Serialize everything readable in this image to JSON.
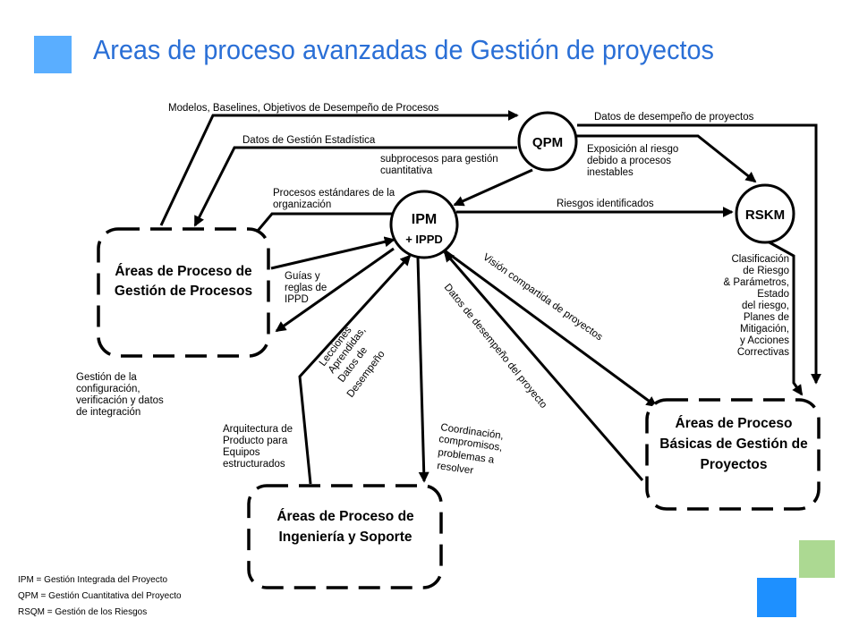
{
  "title": "Areas de proceso avanzadas de Gestión de proyectos",
  "nodes": {
    "qpm": "QPM",
    "ipm_line1": "IPM",
    "ipm_line2": "+ IPPD",
    "rskm": "RSKM"
  },
  "boxes": {
    "process_mgmt": [
      "Áreas de Proceso de",
      "Gestión de Procesos"
    ],
    "engineering": [
      "Áreas de Proceso de",
      "Ingeniería y Soporte"
    ],
    "basic_pm": [
      "Áreas de Proceso",
      "Básicas de Gestión de",
      "Proyectos"
    ]
  },
  "labels": {
    "models": "Modelos, Baselines, Objetivos de Desempeño de Procesos",
    "stat_data": "Datos de Gestión Estadística",
    "subprocesses": [
      "subprocesos para gestión",
      "cuantitativa"
    ],
    "perf_data_projects": "Datos de desempeño de proyectos",
    "risk_exposure": [
      "Exposición al riesgo",
      "debido a procesos",
      "inestables"
    ],
    "std_processes": [
      "Procesos estándares de la",
      "organización"
    ],
    "risks_identified": "Riesgos identificados",
    "ippd_guides": [
      "Guías y",
      "reglas de",
      "IPPD"
    ],
    "risk_classification": [
      "Clasificación",
      "de Riesgo",
      "& Parámetros,",
      "Estado",
      "del riesgo,",
      "Planes de",
      "Mitigación,",
      "y Acciones",
      "Correctivas"
    ],
    "shared_vision": "Visión compartida de proyectos",
    "project_perf_data": "Datos de desempeño del proyecto",
    "lessons": [
      "Lecciones",
      "Aprendidas,",
      "Datos de",
      "Desempeño"
    ],
    "config_mgmt": [
      "Gestión de la",
      "configuración,",
      "verificación y datos",
      "de integración"
    ],
    "product_arch": [
      "Arquitectura de",
      "Producto para",
      "Equipos",
      "estructurados"
    ],
    "coordination": [
      "Coordinación,",
      "compromisos,",
      "problemas a",
      "resolver"
    ]
  },
  "legend": [
    "IPM = Gestión Integrada del Proyecto",
    "QPM = Gestión Cuantitativa del Proyecto",
    "RSQM = Gestión de los Riesgos"
  ],
  "colors": {
    "title": "#2a6fd6",
    "square_light_blue": "#5aaeff",
    "square_green": "#acd992",
    "square_blue": "#1e90ff"
  }
}
